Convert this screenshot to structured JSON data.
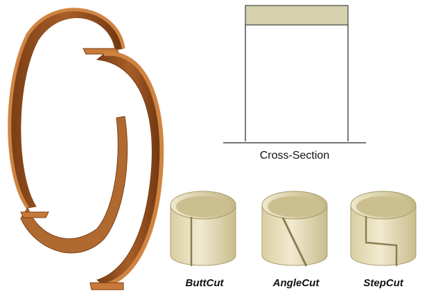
{
  "cross_section": {
    "label": "Cross-Section",
    "band_color": "#d5d1ad",
    "outline_color": "#222222"
  },
  "band": {
    "color_face": "#c87a3a",
    "color_edge": "#8a4a1c",
    "color_highlight": "#e3a066"
  },
  "cuts": [
    {
      "label": "ButtCut",
      "type": "butt"
    },
    {
      "label": "AngleCut",
      "type": "angle"
    },
    {
      "label": "StepCut",
      "type": "step"
    }
  ],
  "ring_color": "#e6deb8",
  "ring_inner_color": "#cfc59a"
}
